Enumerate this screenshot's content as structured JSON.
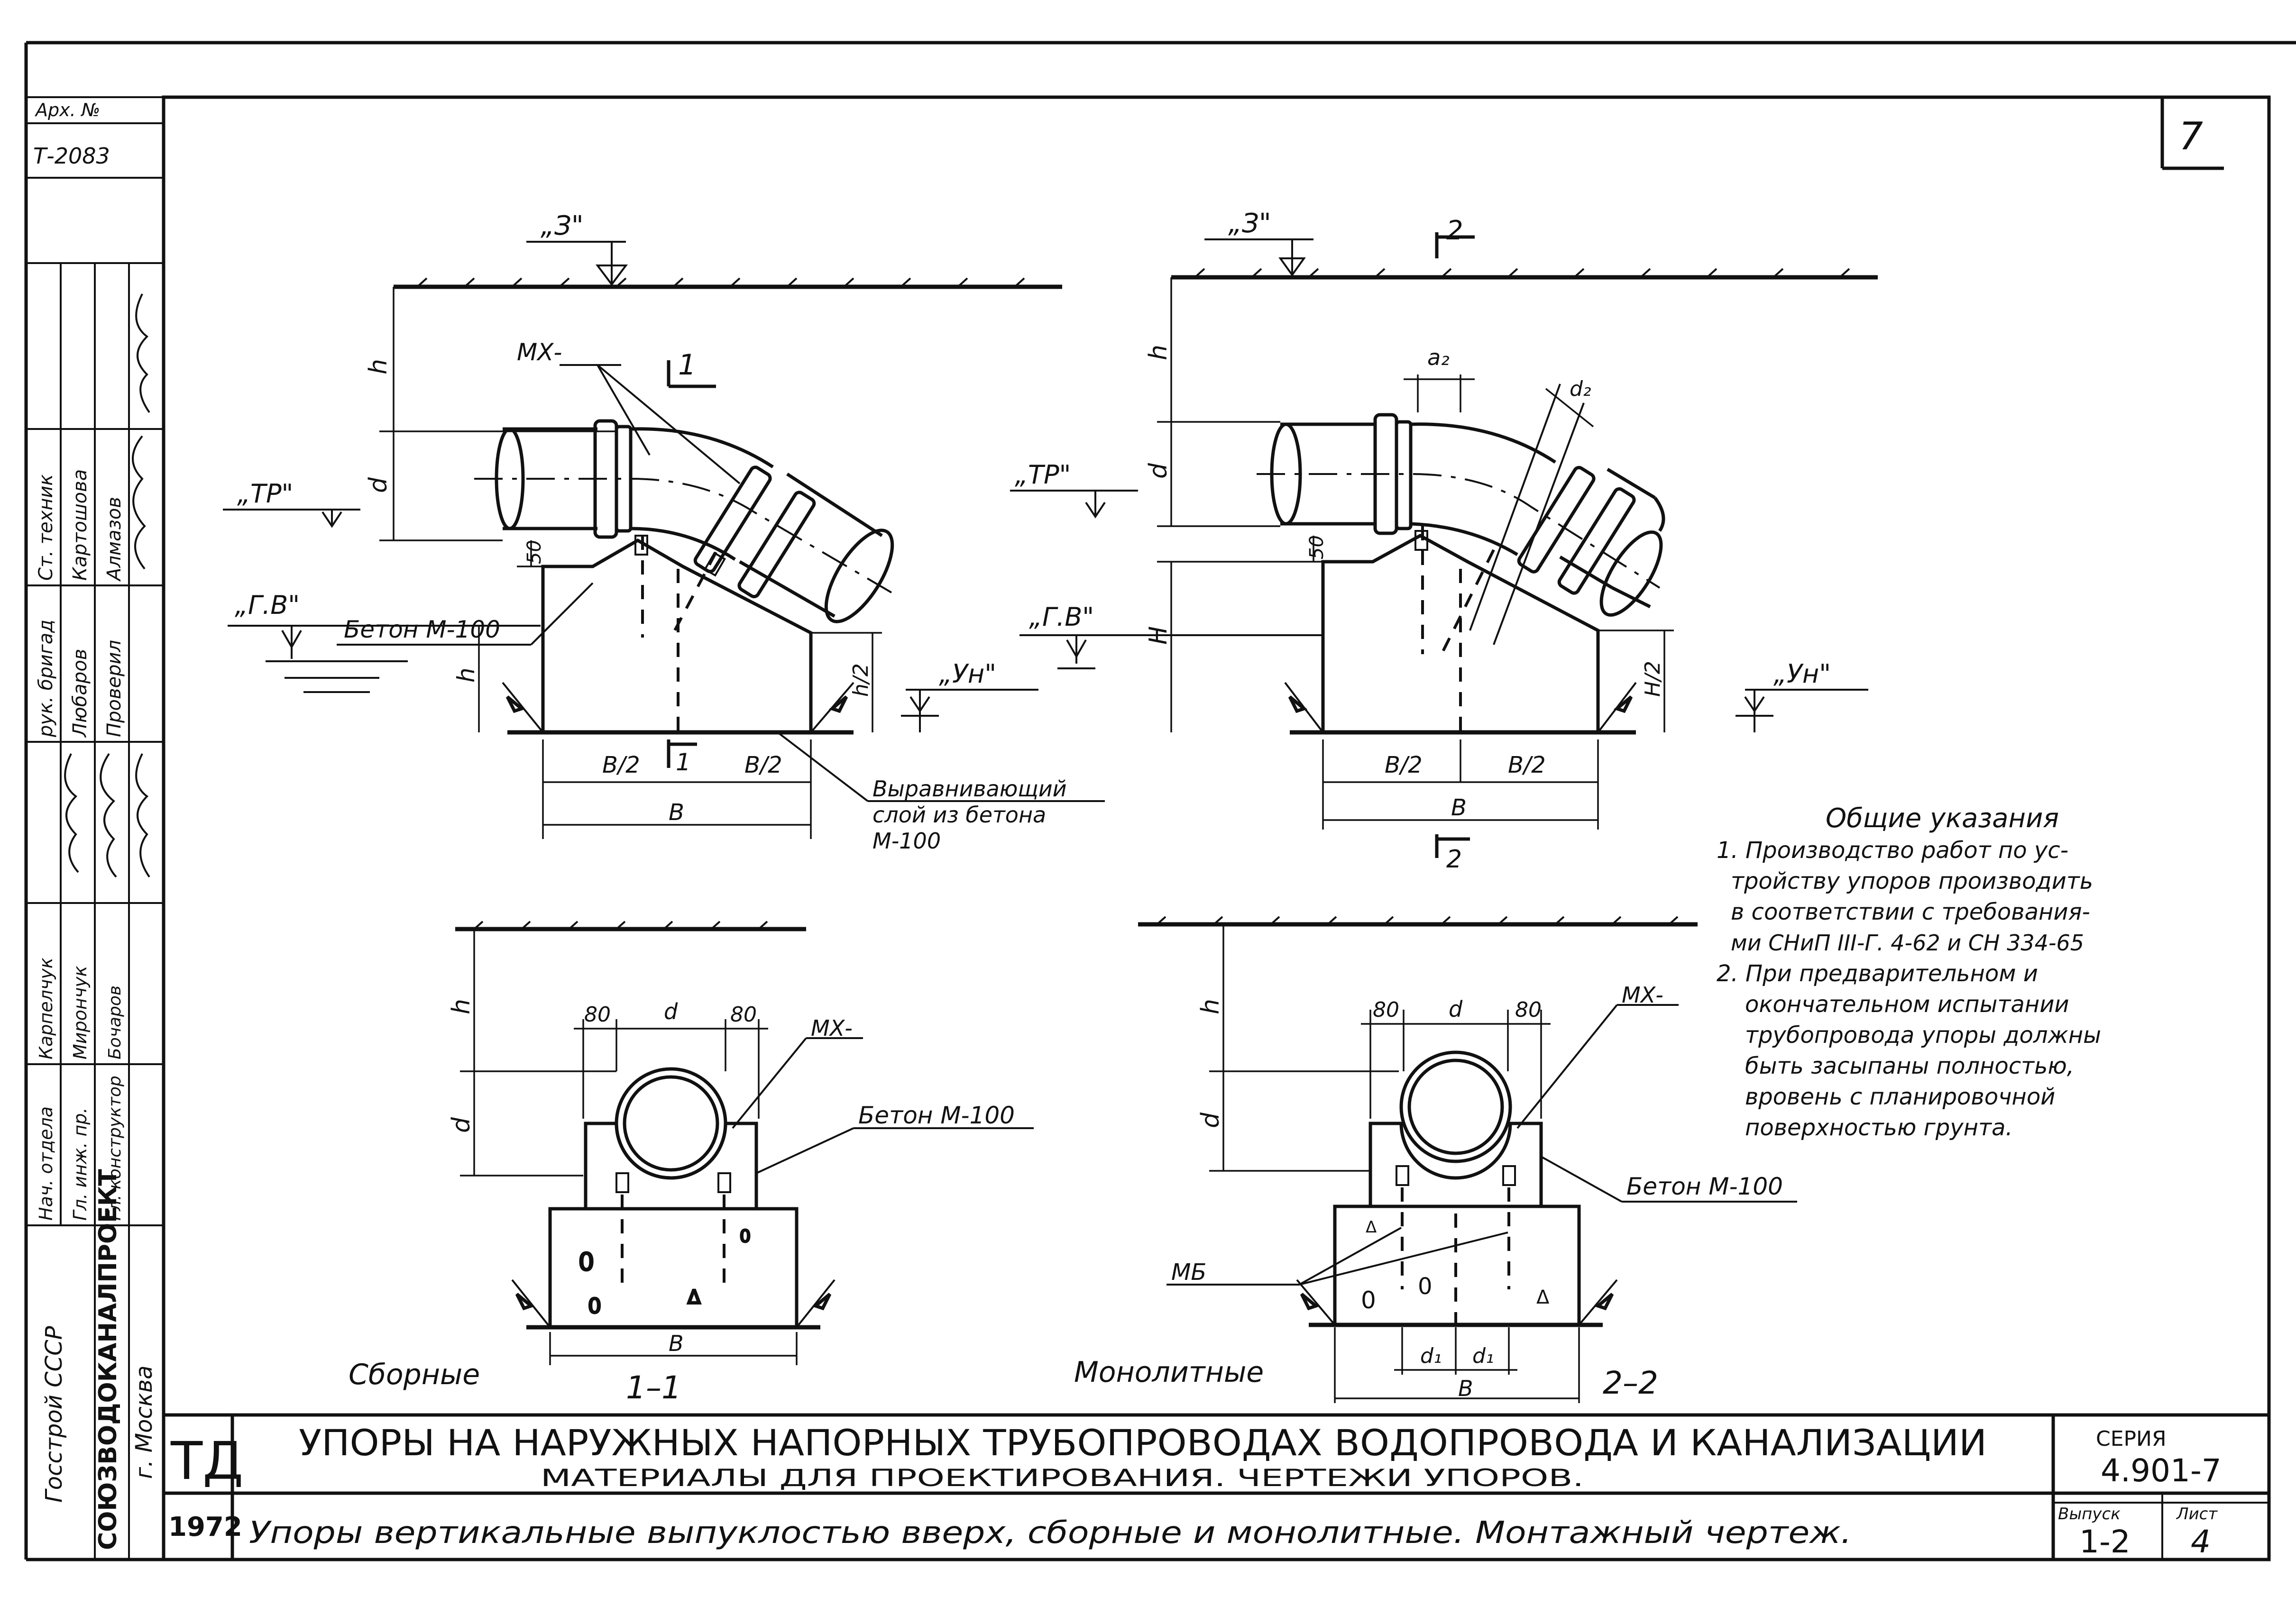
{
  "sheet": {
    "archive_label": "Арх. №",
    "archive_number": "Т-2083",
    "sheet_number": "7"
  },
  "stamp": {
    "rows": [
      {
        "role": "рук. бригад",
        "name": "Любаров",
        "signature": "signature"
      },
      {
        "role": "Ст. техник",
        "name": "Картошова",
        "signature": "signature"
      },
      {
        "role": "Проверил",
        "name": "Алмазов",
        "signature": "signature"
      },
      {
        "role": "Нач. отдела",
        "name": "Карпелчук",
        "signature": "signature"
      },
      {
        "role": "Гл. инж. пр.",
        "name": "Мирончук",
        "signature": "signature"
      },
      {
        "role": "Гл. конструктор",
        "name": "Бочаров",
        "signature": "signature"
      }
    ],
    "organization_1": "Госстрой СССР",
    "organization_2": "СОЮЗВОДОКАНАЛПРОЕКТ",
    "city": "г. Москва"
  },
  "views": {
    "left": {
      "level_z": "„З\"",
      "level_tr": "„ТР\"",
      "level_gv": "„Г.В\"",
      "level_un": "„Ун\"",
      "section_mark": "1",
      "dim_h": "h",
      "dim_d": "d",
      "dim_50": "50",
      "dim_h2": "h/2",
      "label_mx": "МХ-",
      "label_concrete": "Бетон М-100",
      "label_leveling": [
        "Выравнивающий",
        "слой из бетона",
        "М-100"
      ],
      "b_half_left": "В/2",
      "b_half_right": "В/2",
      "b_total": "В"
    },
    "right": {
      "level_z": "„З\"",
      "level_tr": "„ТР\"",
      "level_gv": "„Г.В\"",
      "level_un": "„Ун\"",
      "section_mark": "2",
      "dim_h": "h",
      "dim_d": "d",
      "dim_a2": "а₂",
      "dim_d2": "d₂",
      "dim_50": "50",
      "dim_H": "H",
      "dim_H2": "H/2",
      "b_half_left": "В/2",
      "b_half_right": "В/2",
      "b_total": "В"
    },
    "section_11": {
      "dim_h": "h",
      "dim_d": "d",
      "dim_80_left": "80",
      "dim_d_top": "d",
      "dim_80_right": "80",
      "label_mx": "МХ-",
      "label_concrete": "Бетон М-100",
      "dim_b": "В",
      "caption_type": "Сборные",
      "caption_section": "1–1"
    },
    "section_22": {
      "dim_h": "h",
      "dim_d": "d",
      "dim_80_left": "80",
      "dim_d_top": "d",
      "dim_80_right": "80",
      "label_mx": "МХ-",
      "label_concrete": "Бетон М-100",
      "label_mb": "МБ",
      "dim_d1_left": "d₁",
      "dim_d1_right": "d₁",
      "dim_b": "В",
      "caption_type": "Монолитные",
      "caption_section": "2–2"
    }
  },
  "notes": {
    "title": "Общие указания",
    "lines": [
      "1. Производство работ по ус-",
      "тройству упоров производить",
      "в соответствии с требования-",
      "ми СНиП III-Г. 4-62 и СН 334-65",
      "2. При предварительном и",
      "окончательном испытании",
      "трубопровода упоры должны",
      "быть засыпаны полностью,",
      "вровень с планировочной",
      "поверхностью грунта."
    ]
  },
  "title_block": {
    "code": "ТД",
    "year": "1972",
    "title": "УПОРЫ НА НАРУЖНЫХ НАПОРНЫХ ТРУБОПРОВОДАХ ВОДОПРОВОДА И КАНАЛИЗАЦИИ",
    "subtitle": "МАТЕРИАЛЫ ДЛЯ ПРОЕКТИРОВАНИЯ. ЧЕРТЕЖИ УПОРОВ.",
    "description": "Упоры вертикальные выпуклостью вверх, сборные и монолитные. Монтажный чертеж.",
    "series_label": "СЕРИЯ",
    "series": "4.901-7",
    "issue_label": "Выпуск",
    "sheet_label": "Лист",
    "issue": "1-2",
    "sheet": "4"
  }
}
